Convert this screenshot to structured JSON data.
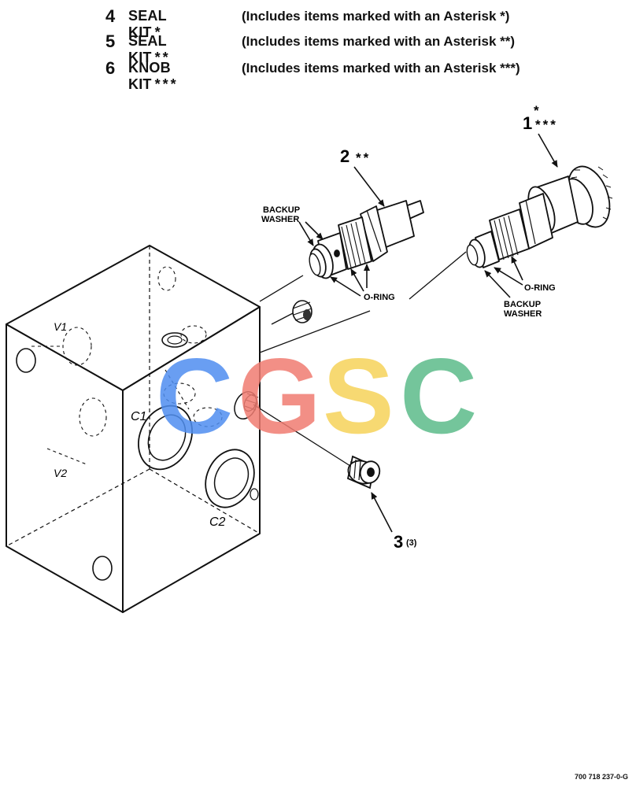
{
  "kits": [
    {
      "number": "4",
      "name": "SEAL KIT",
      "mark": "*",
      "description": "(Includes items marked with an Asterisk *)"
    },
    {
      "number": "5",
      "name": "SEAL KIT",
      "mark": "**",
      "description": "(Includes items marked with an Asterisk **)"
    },
    {
      "number": "6",
      "name": "KNOB KIT",
      "mark": "***",
      "description": "(Includes items marked with an Asterisk ***)"
    }
  ],
  "callouts": {
    "item1": {
      "number": "1",
      "mark_top": "*",
      "mark_bottom": "***"
    },
    "item2": {
      "number": "2",
      "mark": "**"
    },
    "item3": {
      "number": "3",
      "qty": "(3)"
    }
  },
  "part_labels": {
    "backup_washer_left": [
      "BACKUP",
      "WASHER"
    ],
    "o_ring_left": "O-RING",
    "o_ring_right": "O-RING",
    "backup_washer_right": [
      "BACKUP",
      "WASHER"
    ]
  },
  "port_labels": {
    "v1": "V1",
    "v2": "V2",
    "c1": "C1",
    "c2": "C2"
  },
  "watermark": {
    "letters": [
      "C",
      "G",
      "S",
      "C"
    ],
    "colors": [
      "#4f8ef0",
      "#f07c72",
      "#f6d35a",
      "#5cbc8a"
    ]
  },
  "drawing_number": "700 718 237-0-G"
}
